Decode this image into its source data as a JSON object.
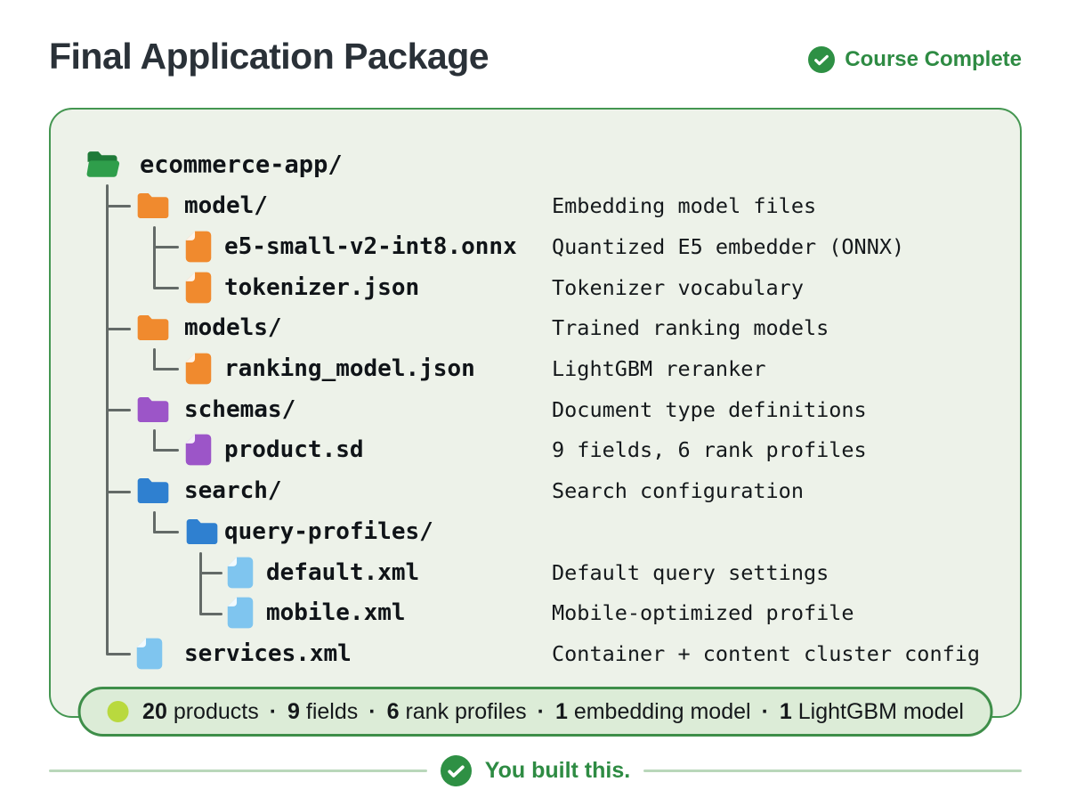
{
  "header": {
    "title": "Final Application Package",
    "badge": "Course Complete"
  },
  "tree": {
    "root": {
      "name": "ecommerce-app/"
    },
    "items": [
      {
        "name": "model/",
        "desc": "Embedding model files",
        "icon": "folder",
        "color": "orange",
        "level": 1
      },
      {
        "name": "e5-small-v2-int8.onnx",
        "desc": "Quantized E5 embedder (ONNX)",
        "icon": "file",
        "color": "orange",
        "level": 2
      },
      {
        "name": "tokenizer.json",
        "desc": "Tokenizer vocabulary",
        "icon": "file",
        "color": "orange",
        "level": 2
      },
      {
        "name": "models/",
        "desc": "Trained ranking models",
        "icon": "folder",
        "color": "orange",
        "level": 1
      },
      {
        "name": "ranking_model.json",
        "desc": "LightGBM reranker",
        "icon": "file",
        "color": "orange",
        "level": 2
      },
      {
        "name": "schemas/",
        "desc": "Document type definitions",
        "icon": "folder",
        "color": "purple",
        "level": 1
      },
      {
        "name": "product.sd",
        "desc": "9 fields, 6 rank profiles",
        "icon": "file",
        "color": "purple",
        "level": 2
      },
      {
        "name": "search/",
        "desc": "Search configuration",
        "icon": "folder",
        "color": "blue",
        "level": 1
      },
      {
        "name": "query-profiles/",
        "desc": "",
        "icon": "folder",
        "color": "blue",
        "level": 2
      },
      {
        "name": "default.xml",
        "desc": "Default query settings",
        "icon": "file",
        "color": "lightblue",
        "level": 3
      },
      {
        "name": "mobile.xml",
        "desc": "Mobile-optimized profile",
        "icon": "file",
        "color": "lightblue",
        "level": 3
      },
      {
        "name": "services.xml",
        "desc": "Container + content cluster config",
        "icon": "file",
        "color": "lightblue",
        "level": 1
      }
    ]
  },
  "summary": {
    "separator": "·",
    "stats": [
      {
        "value": "20",
        "label": "products"
      },
      {
        "value": "9",
        "label": "fields"
      },
      {
        "value": "6",
        "label": "rank profiles"
      },
      {
        "value": "1",
        "label": "embedding model"
      },
      {
        "value": "1",
        "label": "LightGBM model"
      }
    ]
  },
  "footer": {
    "message": "You built this."
  },
  "colors": {
    "panel_border": "#449651",
    "panel_bg": "#edf2e9",
    "accent_green": "#2e8b43",
    "folder_green_front": "#2f9e4b",
    "folder_green_back": "#1f7a38",
    "orange": "#f08a2e",
    "purple": "#9c55c8",
    "blue": "#2f80d0",
    "lightblue": "#7fc5ef",
    "dot_yellow_green": "#b9d93e",
    "connector_gray": "#636a67"
  }
}
